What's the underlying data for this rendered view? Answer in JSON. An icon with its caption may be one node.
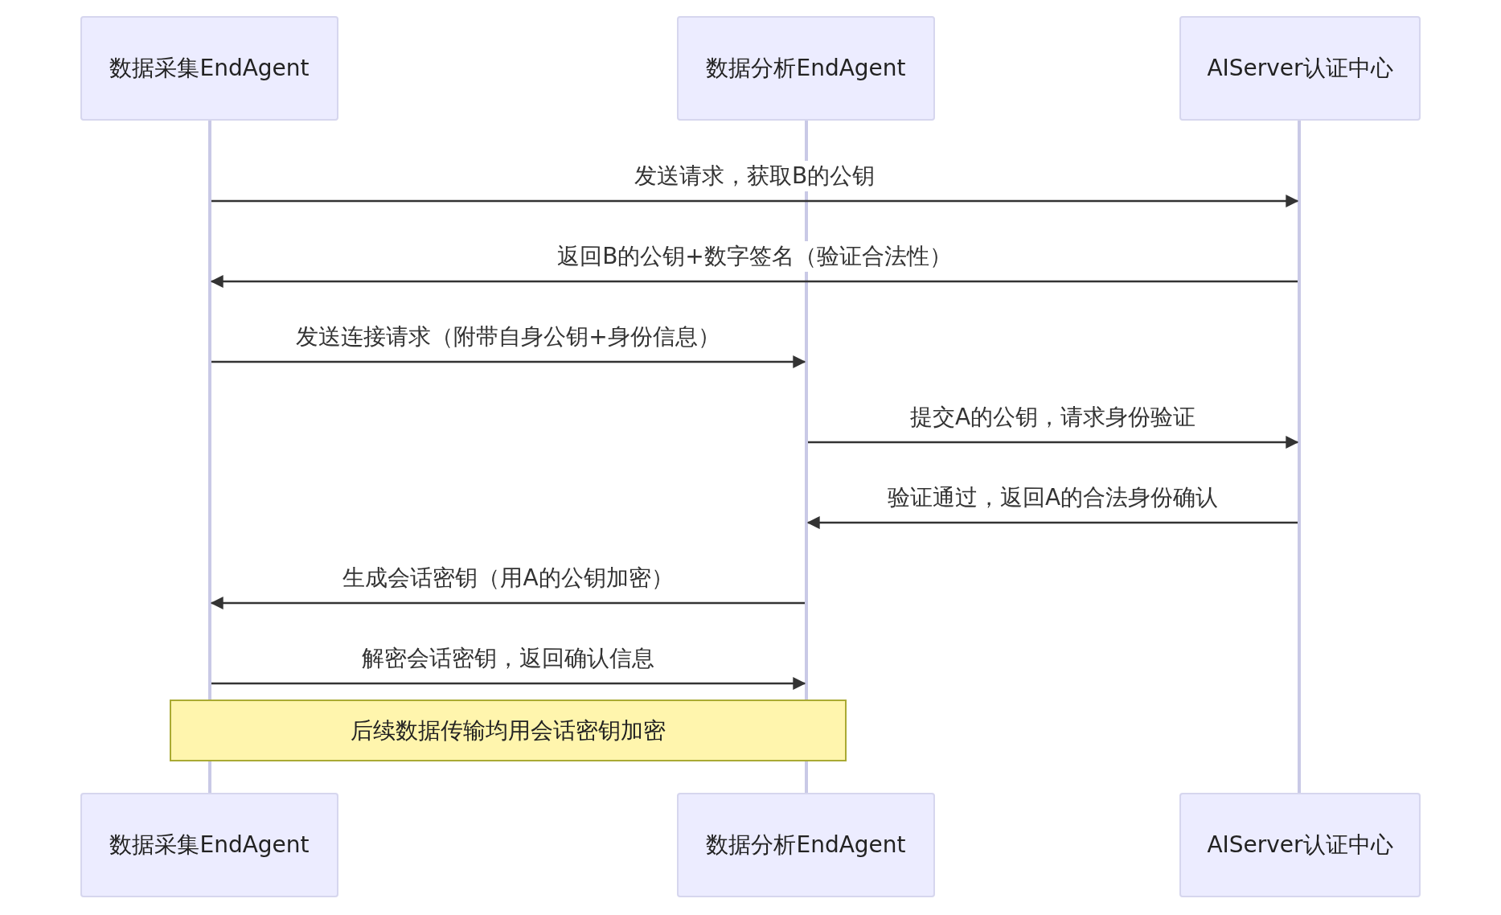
{
  "diagram": {
    "nodes": [
      {
        "text": [
          "数据采集EndAgent"
        ]
      },
      {
        "text": [
          "数据分析EndAgent"
        ]
      },
      {
        "text": [
          "AIServer认证中心"
        ]
      },
      {
        "text": [],
        "shape": "line"
      },
      {
        "text": [],
        "shape": "line"
      },
      {
        "text": [],
        "shape": "line"
      },
      {
        "text": [
          "后续数据传输均用会话密钥加密"
        ]
      },
      {
        "text": [
          "数据采集EndAgent"
        ]
      },
      {
        "text": [
          "数据分析EndAgent"
        ]
      },
      {
        "text": [
          "AIServer认证中心"
        ]
      }
    ],
    "edges": [
      {
        "from": 3,
        "to": 5,
        "arrow": "to",
        "label": "发送请求，获取B的公钥"
      },
      {
        "from": 5,
        "to": 3,
        "arrow": "to",
        "label": "返回B的公钥+数字签名（验证合法性）"
      },
      {
        "from": 3,
        "to": 4,
        "arrow": "to",
        "label": "发送连接请求（附带自身公钥+身份信息）"
      },
      {
        "from": 4,
        "to": 5,
        "arrow": "to",
        "label": "提交A的公钥，请求身份验证"
      },
      {
        "from": 5,
        "to": 4,
        "arrow": "to",
        "label": "验证通过，返回A的合法身份确认"
      },
      {
        "from": 4,
        "to": 3,
        "arrow": "to",
        "label": "生成会话密钥（用A的公钥加密）"
      },
      {
        "from": 3,
        "to": 4,
        "arrow": "to",
        "label": "解密会话密钥，返回确认信息"
      }
    ]
  }
}
